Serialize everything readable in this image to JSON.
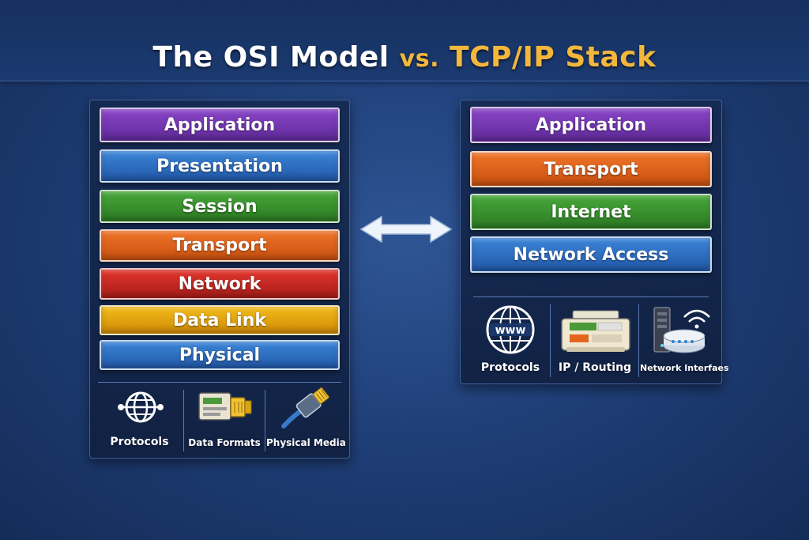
{
  "title": {
    "part1": "The ",
    "part2": "OSI Model",
    "vs": "vs.",
    "part3": "TCP/IP Stack"
  },
  "osi": {
    "layers": [
      "Application",
      "Presentation",
      "Session",
      "Transport",
      "Network",
      "Data Link",
      "Physical"
    ],
    "icons": [
      {
        "icon": "globe-network-icon",
        "label": "Protocols"
      },
      {
        "icon": "ethernet-connector-icon",
        "label": "Data Formats"
      },
      {
        "icon": "ethernet-cable-icon",
        "label": "Physical Media"
      }
    ]
  },
  "tcpip": {
    "layers": [
      "Application",
      "Transport",
      "Internet",
      "Network Access"
    ],
    "icons": [
      {
        "icon": "www-globe-icon",
        "label": "Protocols"
      },
      {
        "icon": "router-device-icon",
        "label": "IP / Routing"
      },
      {
        "icon": "server-wifi-icon",
        "label": "Network Interfaes"
      }
    ]
  },
  "colors": {
    "application": "#7a3bb8",
    "presentation": "#2f6fc4",
    "session": "#3a9130",
    "transport": "#e4661e",
    "network": "#cc2a24",
    "data_link": "#e8a70f",
    "physical": "#2f6fc4",
    "title_accent": "#f3b73b",
    "background": "#1f3f78"
  }
}
